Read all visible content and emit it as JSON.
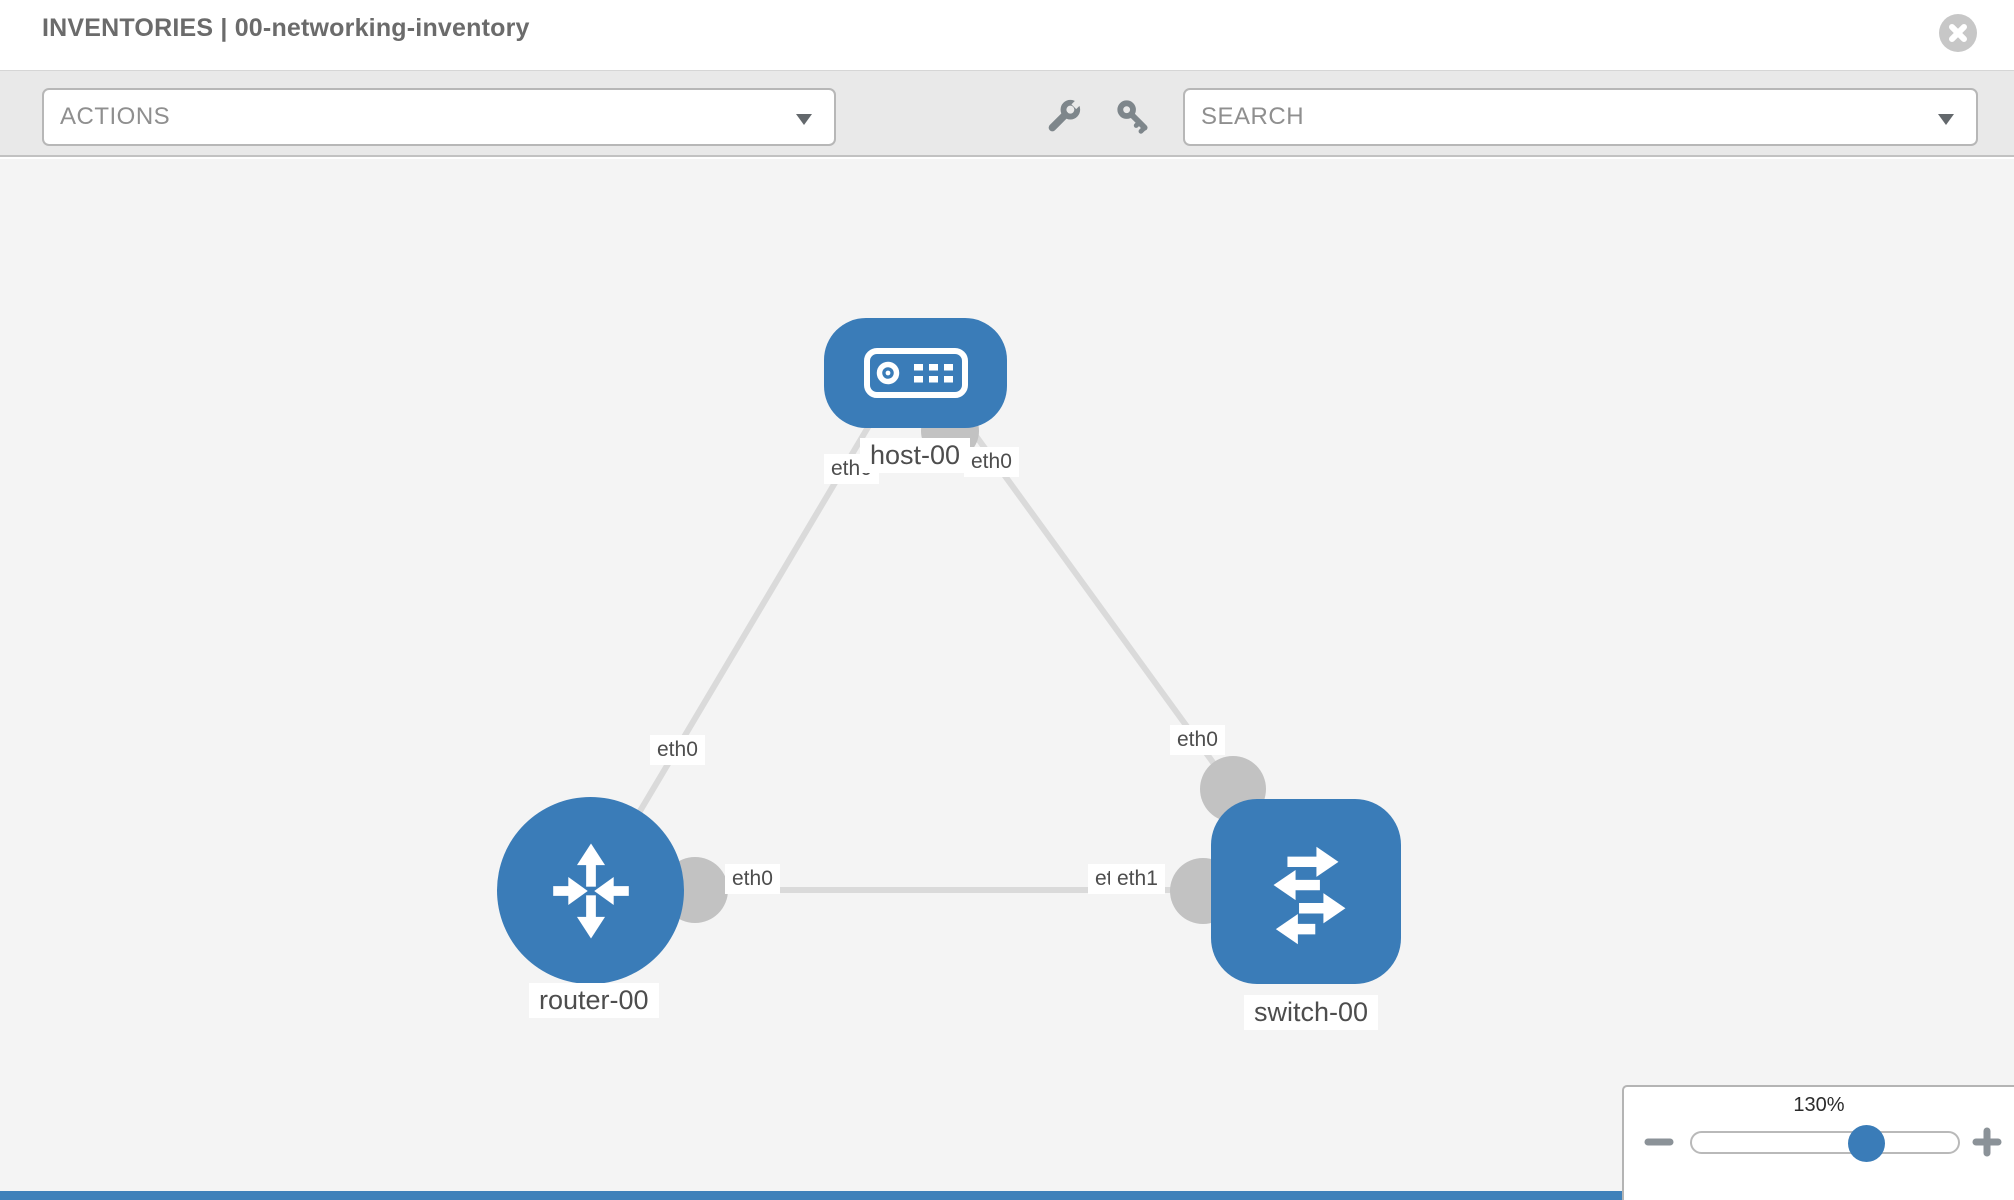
{
  "header": {
    "title": "INVENTORIES | 00-networking-inventory"
  },
  "toolbar": {
    "actions_label": "ACTIONS",
    "search_label": "SEARCH",
    "icons": [
      "wrench-icon",
      "key-icon"
    ]
  },
  "topology": {
    "nodes": [
      {
        "label": "host-00",
        "type": "host"
      },
      {
        "label": "router-00",
        "type": "router"
      },
      {
        "label": "switch-00",
        "type": "switch"
      }
    ],
    "links": [
      {
        "from": "host-00",
        "to": "router-00",
        "from_if": "eth0",
        "to_if": "eth0"
      },
      {
        "from": "host-00",
        "to": "switch-00",
        "from_if": "eth0",
        "to_if": "eth0"
      },
      {
        "from": "router-00",
        "to": "switch-00",
        "from_if": "eth0",
        "to_if": "eth1"
      }
    ],
    "interfaces": {
      "host_left": "eth0",
      "host_right": "eth0",
      "router_top": "eth0",
      "switch_top": "eth0",
      "router_right": "eth0",
      "switch_left_back": "eth0",
      "switch_left_front": "eth1"
    }
  },
  "zoom_control": {
    "level": "130%",
    "minus": "minus-icon",
    "plus": "plus-icon"
  },
  "colors": {
    "node_blue": "#3a7cb8",
    "edge_gray": "#dadada",
    "connector_gray": "#c2c2c2",
    "toolbar_bg": "#e9e9e9",
    "canvas_bg": "#f4f4f4"
  }
}
